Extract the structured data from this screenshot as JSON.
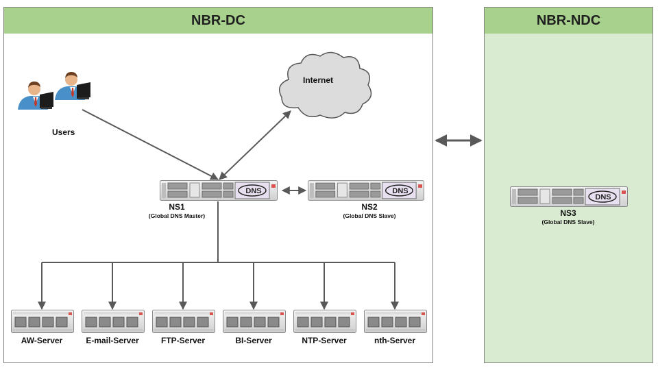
{
  "panels": {
    "dc_title": "NBR-DC",
    "ndc_title": "NBR-NDC"
  },
  "nodes": {
    "users": "Users",
    "internet": "Internet",
    "ns1": {
      "name": "NS1",
      "role": "(Global DNS Master)",
      "badge": "DNS"
    },
    "ns2": {
      "name": "NS2",
      "role": "(Global DNS Slave)",
      "badge": "DNS"
    },
    "ns3": {
      "name": "NS3",
      "role": "(Global DNS Slave)",
      "badge": "DNS"
    }
  },
  "servers": [
    "AW-Server",
    "E-mail-Server",
    "FTP-Server",
    "BI-Server",
    "NTP-Server",
    "nth-Server"
  ],
  "colors": {
    "header_green": "#a9d18e",
    "ndc_background": "#d9ebd0",
    "line": "#595959",
    "shirt": "#4a90c8"
  }
}
